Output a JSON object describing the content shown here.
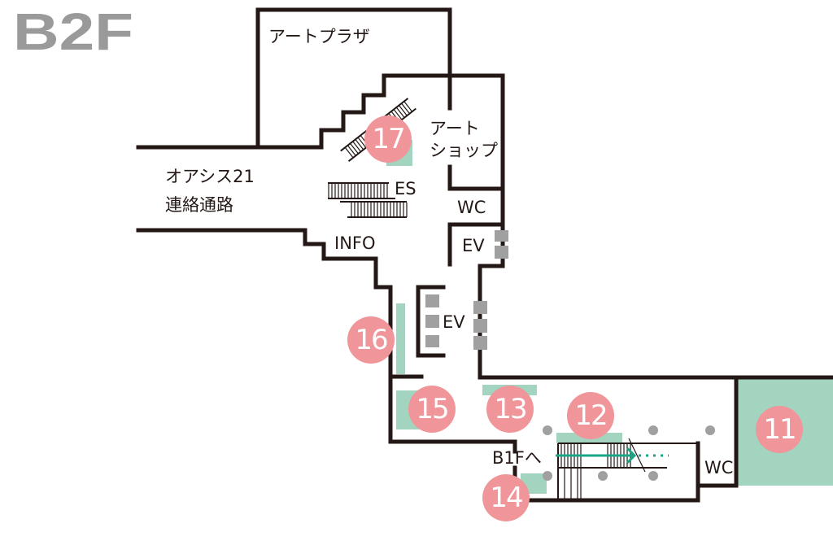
{
  "floor_label": "B2F",
  "colors": {
    "wall": "#231815",
    "spot": "#f0959a",
    "zone": "#a2d4bf",
    "elevator": "#a0a0a0",
    "arrow": "#1aa585",
    "floor_label": "#9a9a9a"
  },
  "areas": {
    "art_plaza": "アートプラザ",
    "art_shop_1": "アート",
    "art_shop_2": "ショップ",
    "oasis_1": "オアシス21",
    "oasis_2": "連絡通路",
    "escalator": "ES",
    "wc_upper": "WC",
    "ev_upper": "EV",
    "info": "INFO",
    "ev_middle": "EV",
    "to_b1f": "B1Fへ",
    "wc_lower": "WC"
  },
  "spots": [
    "17",
    "16",
    "15",
    "13",
    "12",
    "14",
    "11"
  ]
}
